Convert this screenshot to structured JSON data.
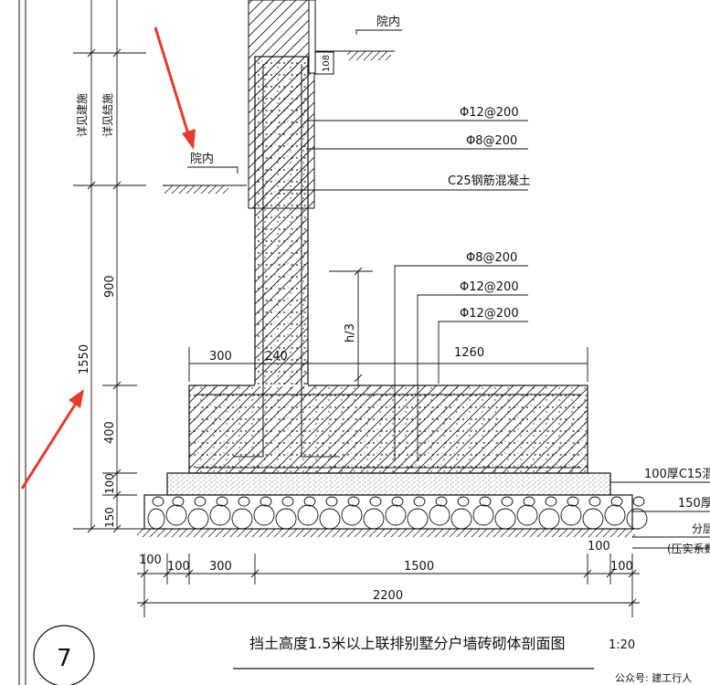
{
  "labels": {
    "yard_top": "院内",
    "yard_left": "院内",
    "detail_a": "详见建施",
    "detail_b": "详见结施",
    "wall_text": "108",
    "rebar_1": "Φ12@200",
    "rebar_2": "Φ8@200",
    "concrete": "C25钢筋混凝土",
    "rebar_3": "Φ8@200",
    "rebar_4": "Φ12@200",
    "rebar_5": "Φ12@200",
    "h3": "h/3",
    "dim_300_top": "300",
    "dim_240": "240",
    "dim_1260": "1260",
    "layer_1": "100厚C15混",
    "layer_2": "150厚",
    "layer_3": "分层",
    "layer_4": "(压实系数",
    "dim_100_r": "100",
    "vdim_1550": "1550",
    "vdim_900": "900",
    "vdim_400": "400",
    "vdim_100": "100",
    "vdim_150": "150",
    "bdim_100a": "100",
    "bdim_100b": "100",
    "bdim_300": "300",
    "bdim_1500": "1500",
    "bdim_100c": "100",
    "bdim_2200": "2200",
    "title": "挡土高度1.5米以上联排别墅分户墙砖砌体剖面图",
    "scale": "1:20",
    "detail_no": "7",
    "watermark": "公众号: 建工行人"
  },
  "colors": {
    "line": "#111111",
    "arrow": "#e53b2c"
  }
}
